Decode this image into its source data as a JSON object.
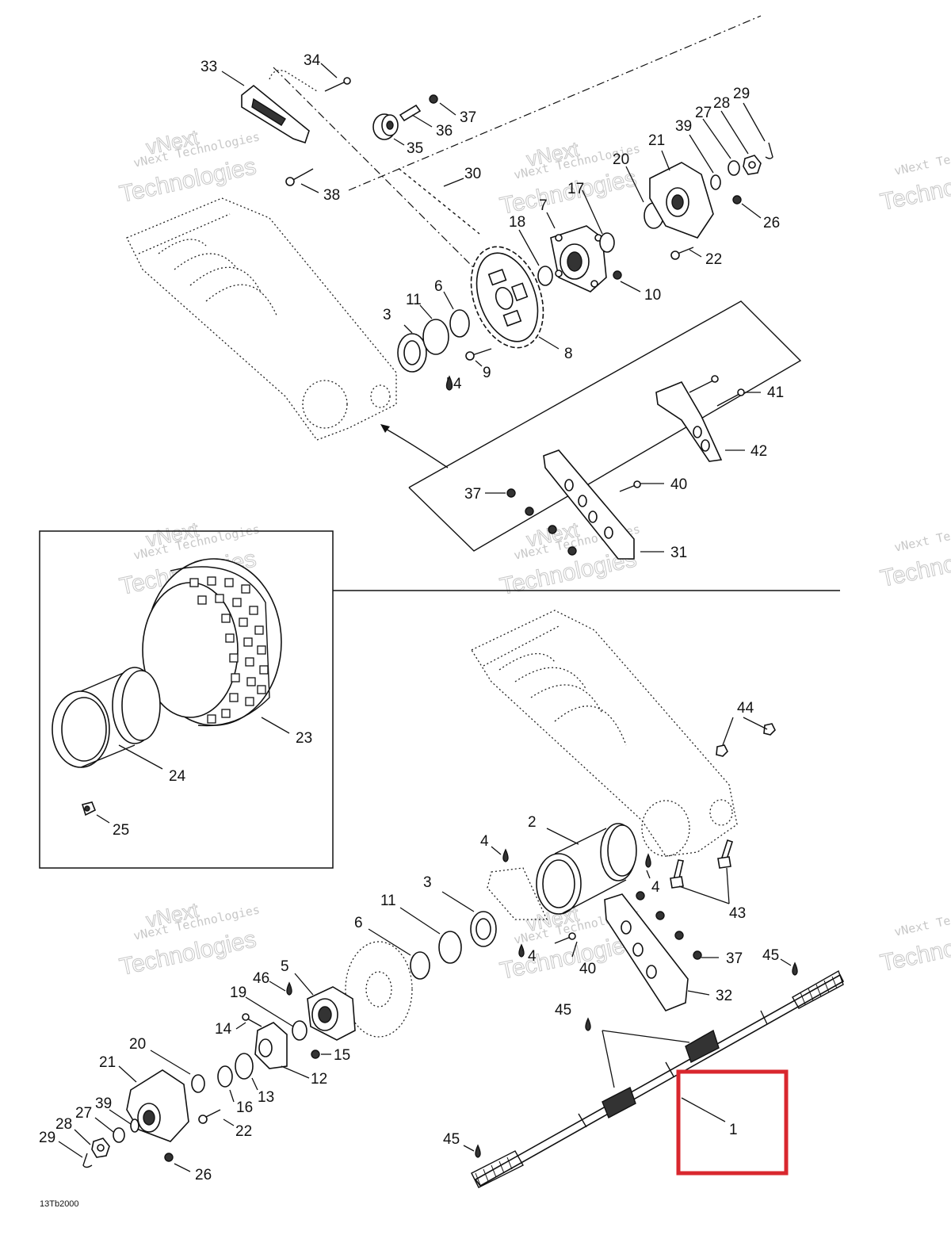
{
  "diagram": {
    "code": "13Tb2000",
    "watermark_line1": "vNext Technologies",
    "watermark_line2": "vNext",
    "watermark_line3": "Technologies",
    "highlight_color": "#d9272e",
    "labels": {
      "l1": "1",
      "l2": "2",
      "l3a": "3",
      "l3b": "3",
      "l4a": "4",
      "l4b": "4",
      "l4c": "4",
      "l4d": "4",
      "l5": "5",
      "l6a": "6",
      "l6b": "6",
      "l7": "7",
      "l8": "8",
      "l9": "9",
      "l10": "10",
      "l11a": "11",
      "l11b": "11",
      "l12": "12",
      "l13": "13",
      "l14": "14",
      "l15": "15",
      "l16": "16",
      "l17": "17",
      "l18": "18",
      "l19": "19",
      "l20a": "20",
      "l20b": "20",
      "l21a": "21",
      "l21b": "21",
      "l22a": "22",
      "l22b": "22",
      "l23": "23",
      "l24": "24",
      "l25": "25",
      "l26a": "26",
      "l26b": "26",
      "l27a": "27",
      "l27b": "27",
      "l28a": "28",
      "l28b": "28",
      "l29a": "29",
      "l29b": "29",
      "l30": "30",
      "l31": "31",
      "l32": "32",
      "l33": "33",
      "l34": "34",
      "l35": "35",
      "l36": "36",
      "l37a": "37",
      "l37b": "37",
      "l37c": "37",
      "l38": "38",
      "l39a": "39",
      "l39b": "39",
      "l40a": "40",
      "l40b": "40",
      "l41": "41",
      "l42": "42",
      "l43": "43",
      "l44": "44",
      "l45a": "45",
      "l45b": "45",
      "l45c": "45",
      "l46": "46"
    }
  }
}
